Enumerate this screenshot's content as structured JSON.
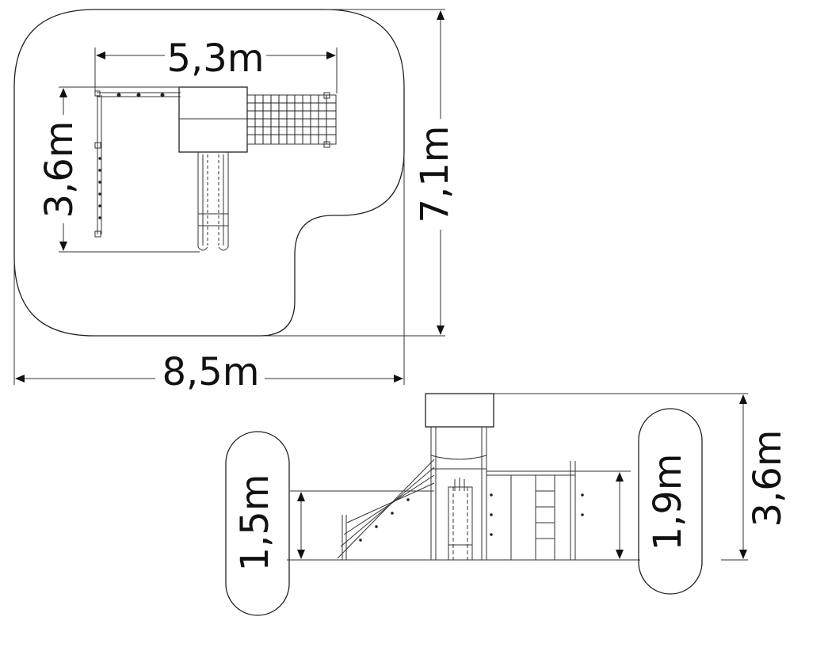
{
  "plan": {
    "width_label": "5,3m",
    "depth_label": "3,6m",
    "zone_height_label": "7,1m",
    "zone_width_label": "8,5m"
  },
  "elevation": {
    "left_height_label": "1,5m",
    "right_height_label": "1,9m",
    "total_height_label": "3,6m"
  }
}
